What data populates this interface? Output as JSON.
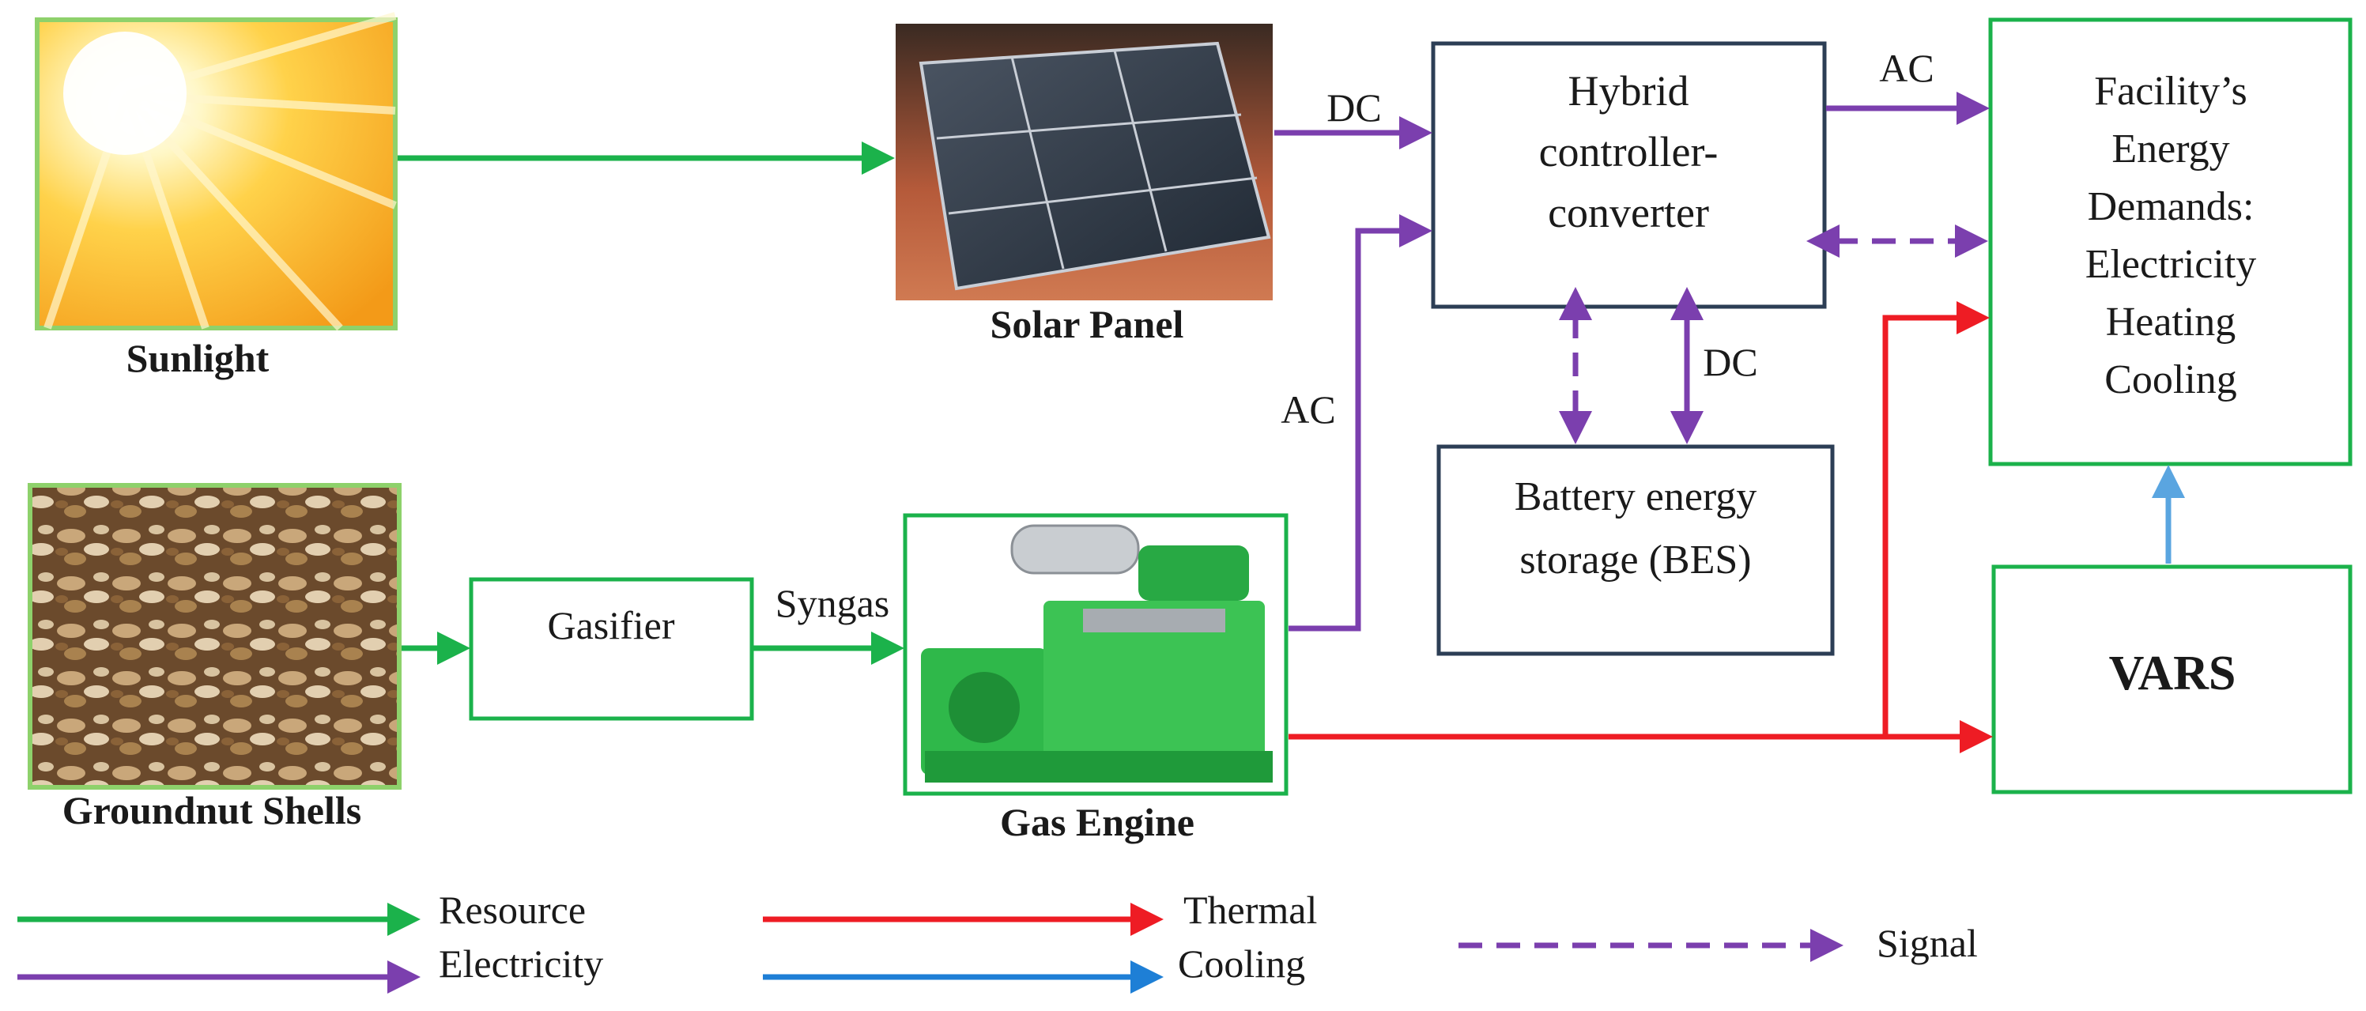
{
  "colors": {
    "resource": "#1bb24b",
    "electricity": "#7b3fae",
    "thermal": "#ee1c24",
    "cooling": "#1e7fd6",
    "cooling_link": "#5aa5e0",
    "signal": "#7b3fae",
    "box_border_green": "#1bb24b",
    "box_border_dark": "#2c3e55"
  },
  "images": {
    "sunlight": {
      "caption": "Sunlight",
      "icon": "sun-image"
    },
    "solar_panel": {
      "caption": "Solar Panel",
      "icon": "solar-panel-image"
    },
    "groundnut": {
      "caption": "Groundnut Shells",
      "icon": "groundnut-shells-image"
    },
    "gas_engine": {
      "caption": "Gas Engine",
      "icon": "gas-engine-image"
    }
  },
  "boxes": {
    "hybrid": [
      "Hybrid",
      "controller-",
      "converter"
    ],
    "facility": [
      "Facility’s",
      "Energy",
      "Demands:",
      "Electricity",
      "Heating",
      "Cooling"
    ],
    "battery": [
      "Battery energy",
      "storage (BES)"
    ],
    "gasifier": "Gasifier",
    "vars": "VARS"
  },
  "flow_labels": {
    "dc_solar": "DC",
    "ac_out": "AC",
    "ac_engine": "AC",
    "dc_battery": "DC",
    "syngas": "Syngas"
  },
  "legend": {
    "resource": "Resource",
    "electricity": "Electricity",
    "thermal": "Thermal",
    "cooling": "Cooling",
    "signal": "Signal"
  }
}
